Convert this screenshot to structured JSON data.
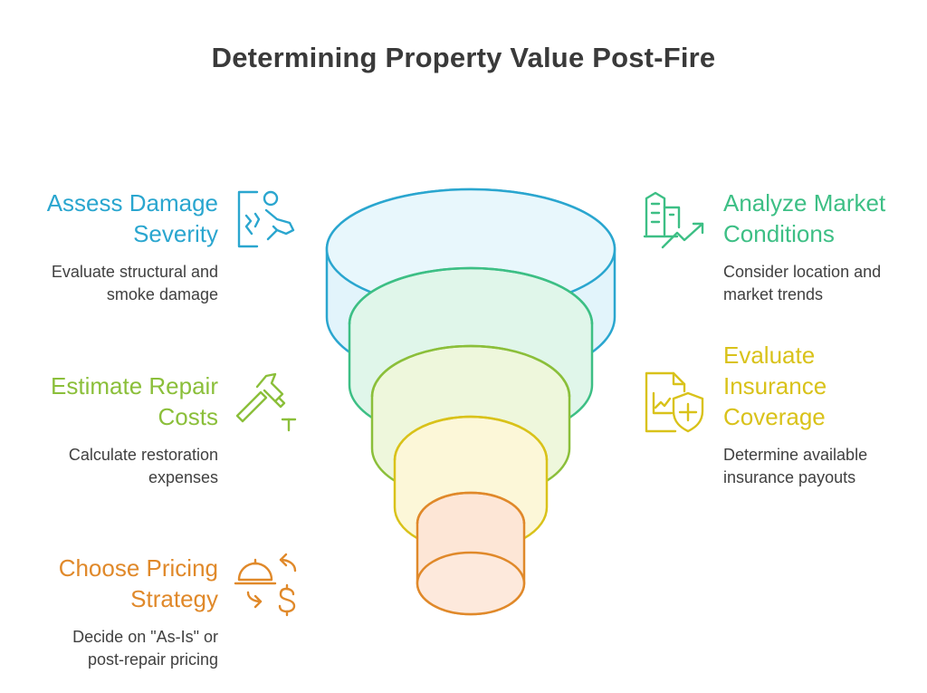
{
  "title": "Determining Property Value Post-Fire",
  "steps": [
    {
      "heading": [
        "Assess Damage",
        "Severity"
      ],
      "desc": [
        "Evaluate structural and",
        "smoke damage"
      ],
      "color": "#2aa6cf",
      "icon": "damaged-house-person-icon"
    },
    {
      "heading": [
        "Analyze Market",
        "Conditions"
      ],
      "desc": [
        "Consider location and",
        "market trends"
      ],
      "color": "#3dbf85",
      "icon": "buildings-trend-icon"
    },
    {
      "heading": [
        "Estimate Repair",
        "Costs"
      ],
      "desc": [
        "Calculate restoration",
        "expenses"
      ],
      "color": "#8bbf3a",
      "icon": "hammer-nail-icon"
    },
    {
      "heading": [
        "Evaluate",
        "Insurance",
        "Coverage"
      ],
      "desc": [
        "Determine available",
        "insurance payouts"
      ],
      "color": "#d9c21a",
      "icon": "document-shield-icon"
    },
    {
      "heading": [
        "Choose Pricing",
        "Strategy"
      ],
      "desc": [
        "Decide on \"As-Is\" or",
        "post-repair pricing"
      ],
      "color": "#e0892a",
      "icon": "cloche-dollar-icon"
    }
  ]
}
